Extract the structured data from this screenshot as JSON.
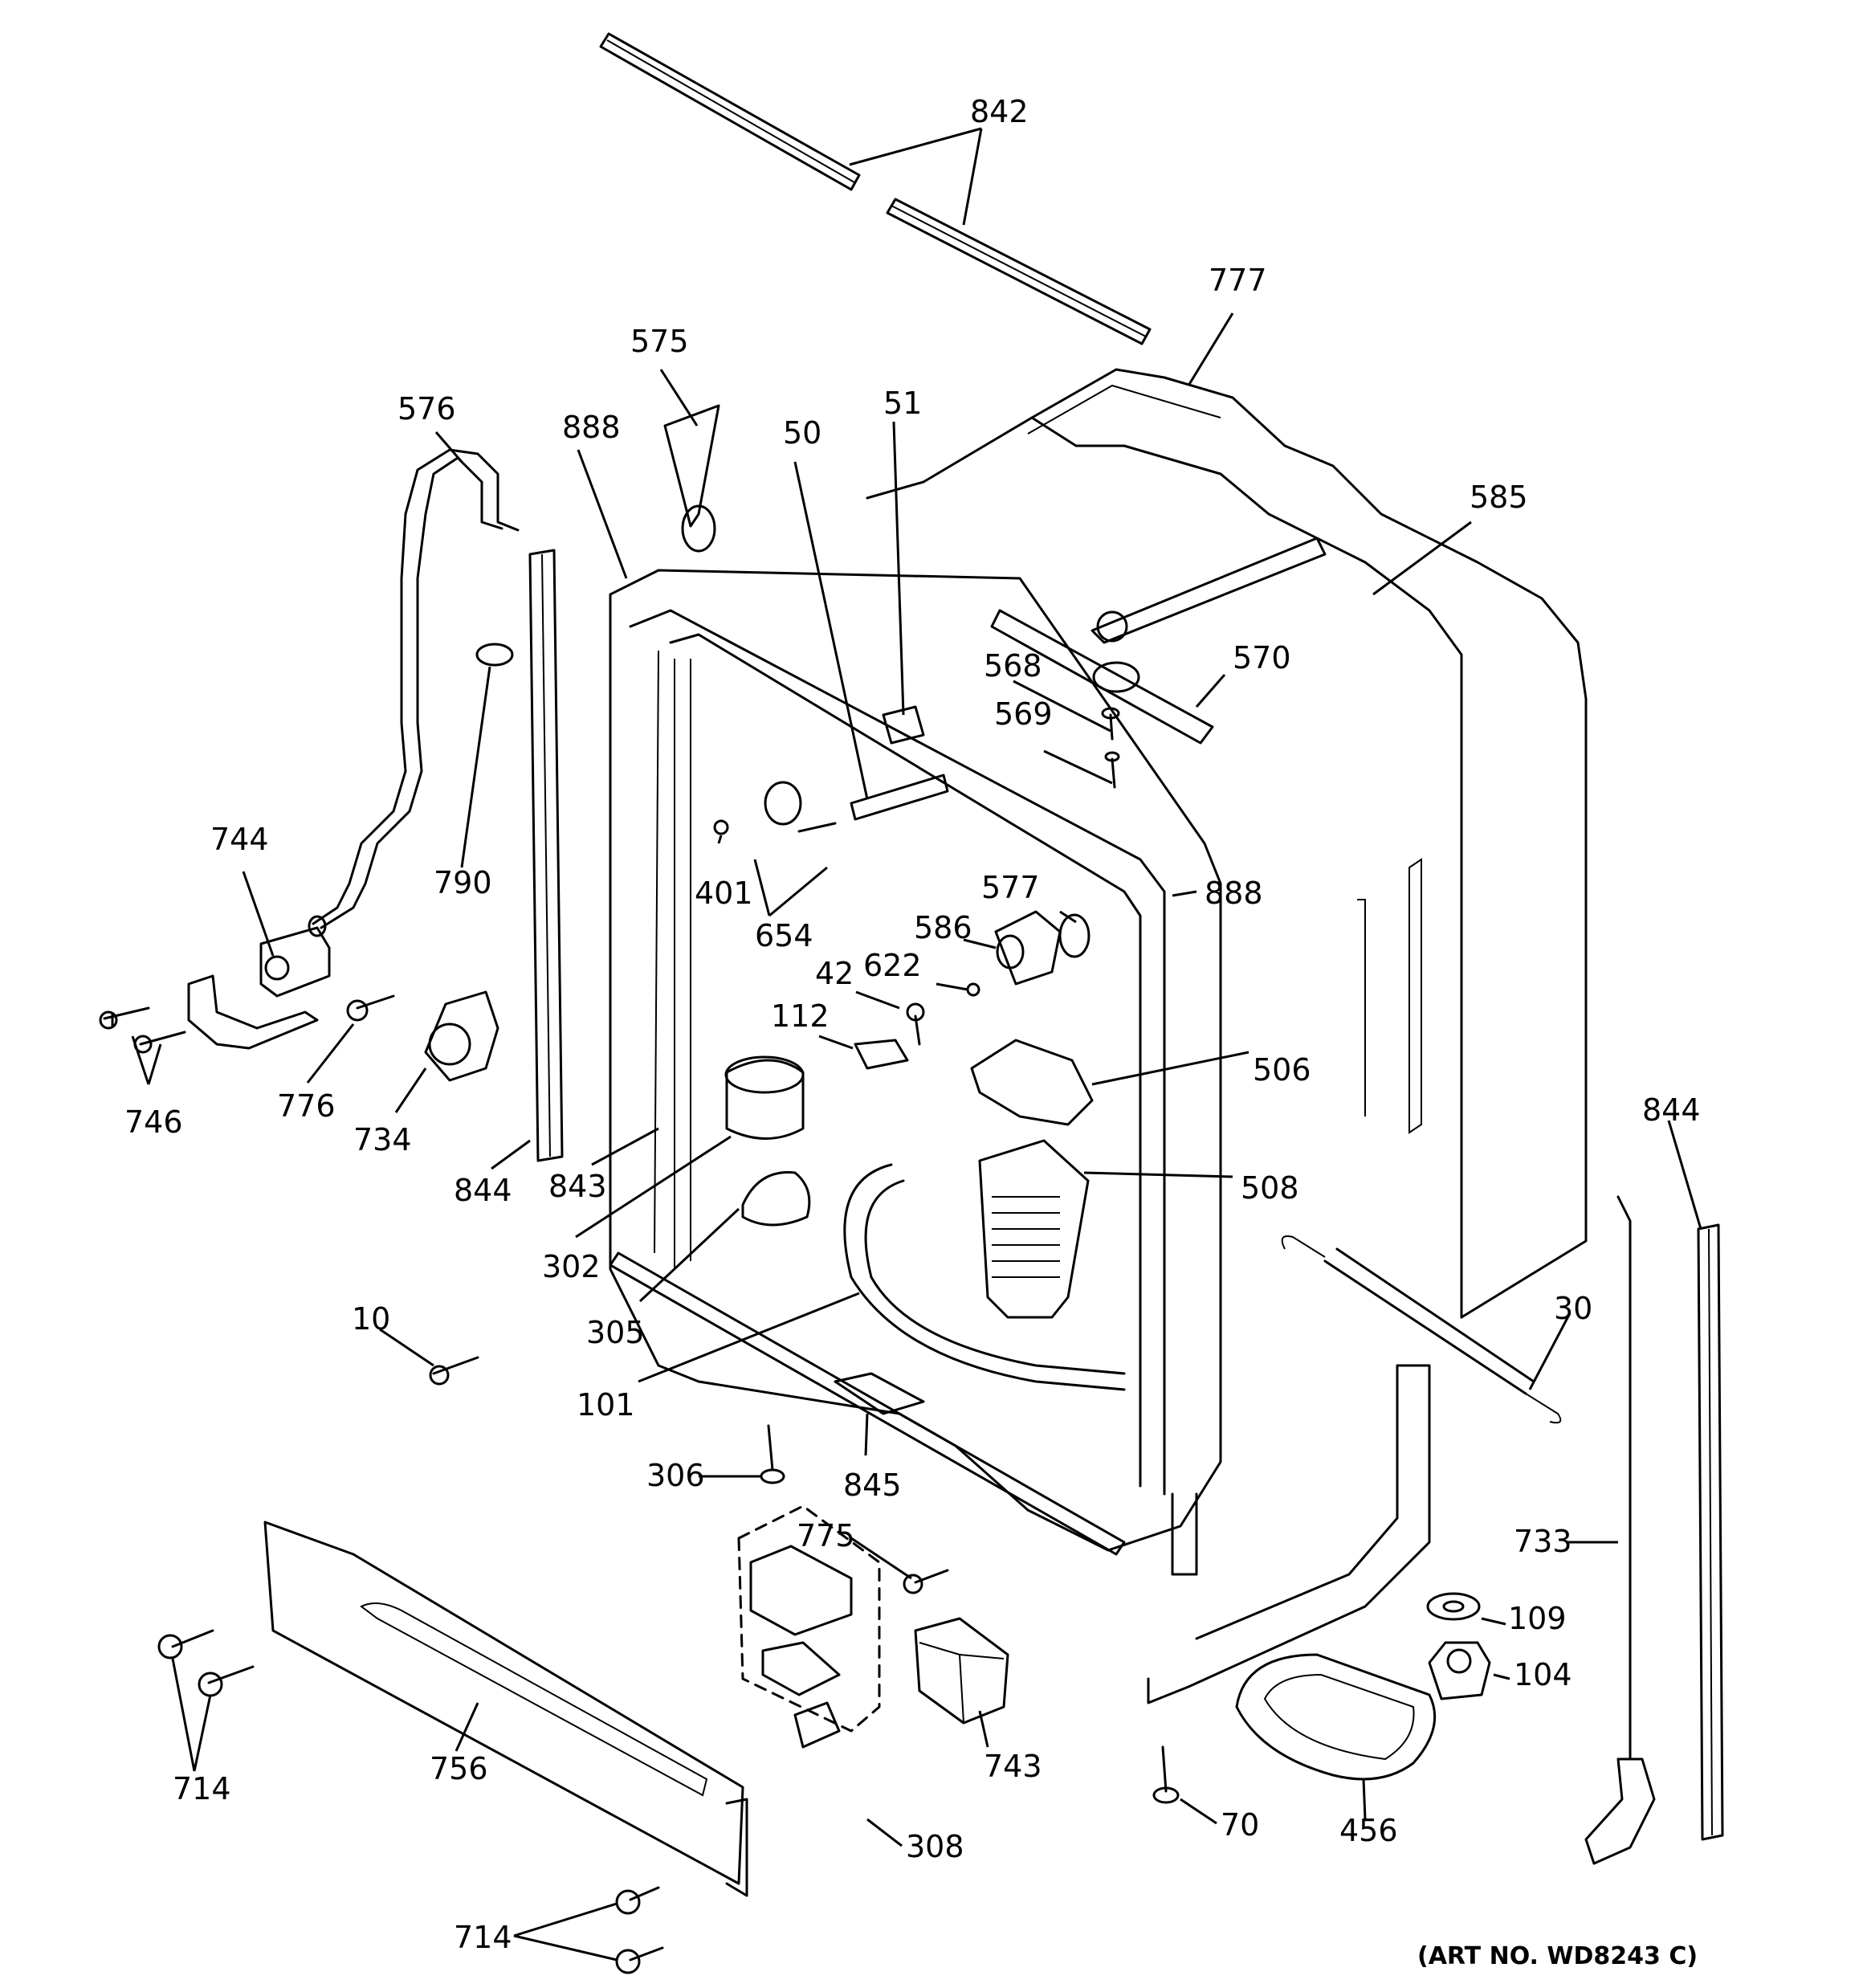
{
  "art_number": "(ART NO. WD8243 C)",
  "callouts": [
    {
      "id": "c842",
      "label": "842"
    },
    {
      "id": "c777",
      "label": "777"
    },
    {
      "id": "c575",
      "label": "575"
    },
    {
      "id": "c576",
      "label": "576"
    },
    {
      "id": "c888a",
      "label": "888"
    },
    {
      "id": "c51",
      "label": "51"
    },
    {
      "id": "c50",
      "label": "50"
    },
    {
      "id": "c585",
      "label": "585"
    },
    {
      "id": "c568",
      "label": "568"
    },
    {
      "id": "c570",
      "label": "570"
    },
    {
      "id": "c569",
      "label": "569"
    },
    {
      "id": "c744",
      "label": "744"
    },
    {
      "id": "c790",
      "label": "790"
    },
    {
      "id": "c401",
      "label": "401"
    },
    {
      "id": "c577",
      "label": "577"
    },
    {
      "id": "c888b",
      "label": "888"
    },
    {
      "id": "c654",
      "label": "654"
    },
    {
      "id": "c586",
      "label": "586"
    },
    {
      "id": "c42",
      "label": "42"
    },
    {
      "id": "c622",
      "label": "622"
    },
    {
      "id": "c112",
      "label": "112"
    },
    {
      "id": "c746",
      "label": "746"
    },
    {
      "id": "c776",
      "label": "776"
    },
    {
      "id": "c734",
      "label": "734"
    },
    {
      "id": "c506",
      "label": "506"
    },
    {
      "id": "c844a",
      "label": "844"
    },
    {
      "id": "c843",
      "label": "843"
    },
    {
      "id": "c508",
      "label": "508"
    },
    {
      "id": "c844b",
      "label": "844"
    },
    {
      "id": "c302",
      "label": "302"
    },
    {
      "id": "c30",
      "label": "30"
    },
    {
      "id": "c305",
      "label": "305"
    },
    {
      "id": "c10",
      "label": "10"
    },
    {
      "id": "c101",
      "label": "101"
    },
    {
      "id": "c306",
      "label": "306"
    },
    {
      "id": "c845",
      "label": "845"
    },
    {
      "id": "c733",
      "label": "733"
    },
    {
      "id": "c775",
      "label": "775"
    },
    {
      "id": "c109",
      "label": "109"
    },
    {
      "id": "c104",
      "label": "104"
    },
    {
      "id": "c714a",
      "label": "714"
    },
    {
      "id": "c756",
      "label": "756"
    },
    {
      "id": "c743",
      "label": "743"
    },
    {
      "id": "c70",
      "label": "70"
    },
    {
      "id": "c456",
      "label": "456"
    },
    {
      "id": "c308",
      "label": "308"
    },
    {
      "id": "c714b",
      "label": "714"
    }
  ]
}
